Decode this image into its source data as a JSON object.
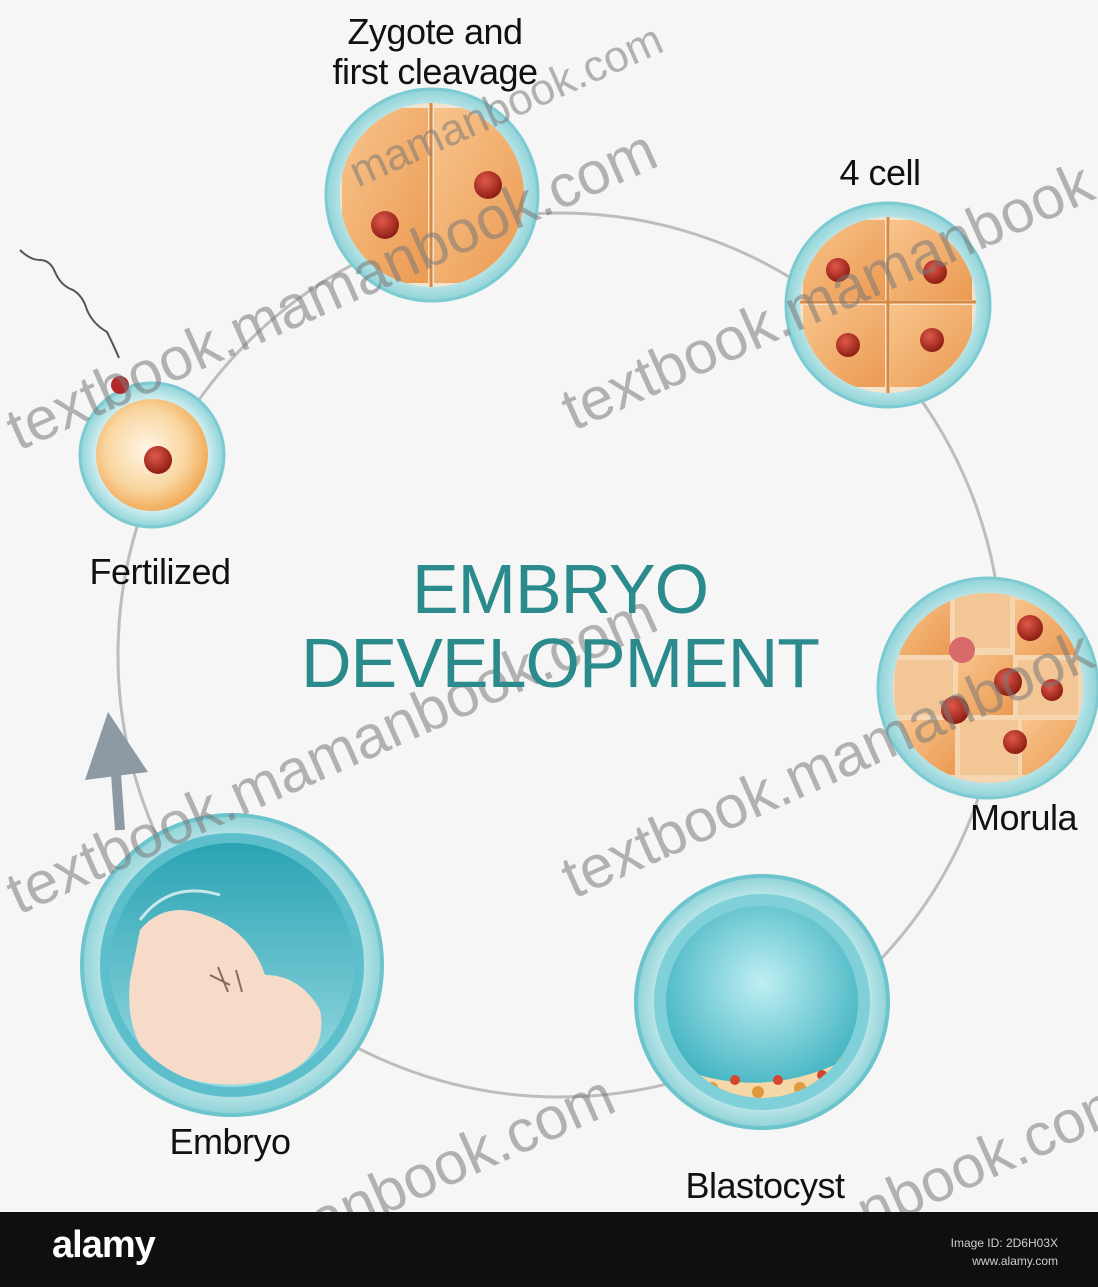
{
  "title": {
    "line1": "EMBRYO",
    "line2": "DEVELOPMENT"
  },
  "stages": {
    "fertilized": "Fertilized",
    "zygote_line1": "Zygote and",
    "zygote_line2": "first cleavage",
    "four_cell": "4 cell",
    "morula": "Morula",
    "blastocyst": "Blastocyst",
    "embryo": "Embryo"
  },
  "watermark": "textbook.mamanbook.com",
  "watermark_partial_1": "mamanbook.com",
  "watermark_partial_2": "anbook.com",
  "watermark_partial_3": "nbook.com",
  "footer": {
    "logo": "alamy",
    "image_id": "Image ID: 2D6H03X",
    "site": "www.alamy.com"
  },
  "colors": {
    "title": "#2a8a8c",
    "cell_halo": "#bfe8ea",
    "cell_orange": "#f0a864",
    "nucleus": "#c0392b",
    "cycle_line": "#b8b8b8",
    "footer_bg": "#0f0f0f"
  }
}
